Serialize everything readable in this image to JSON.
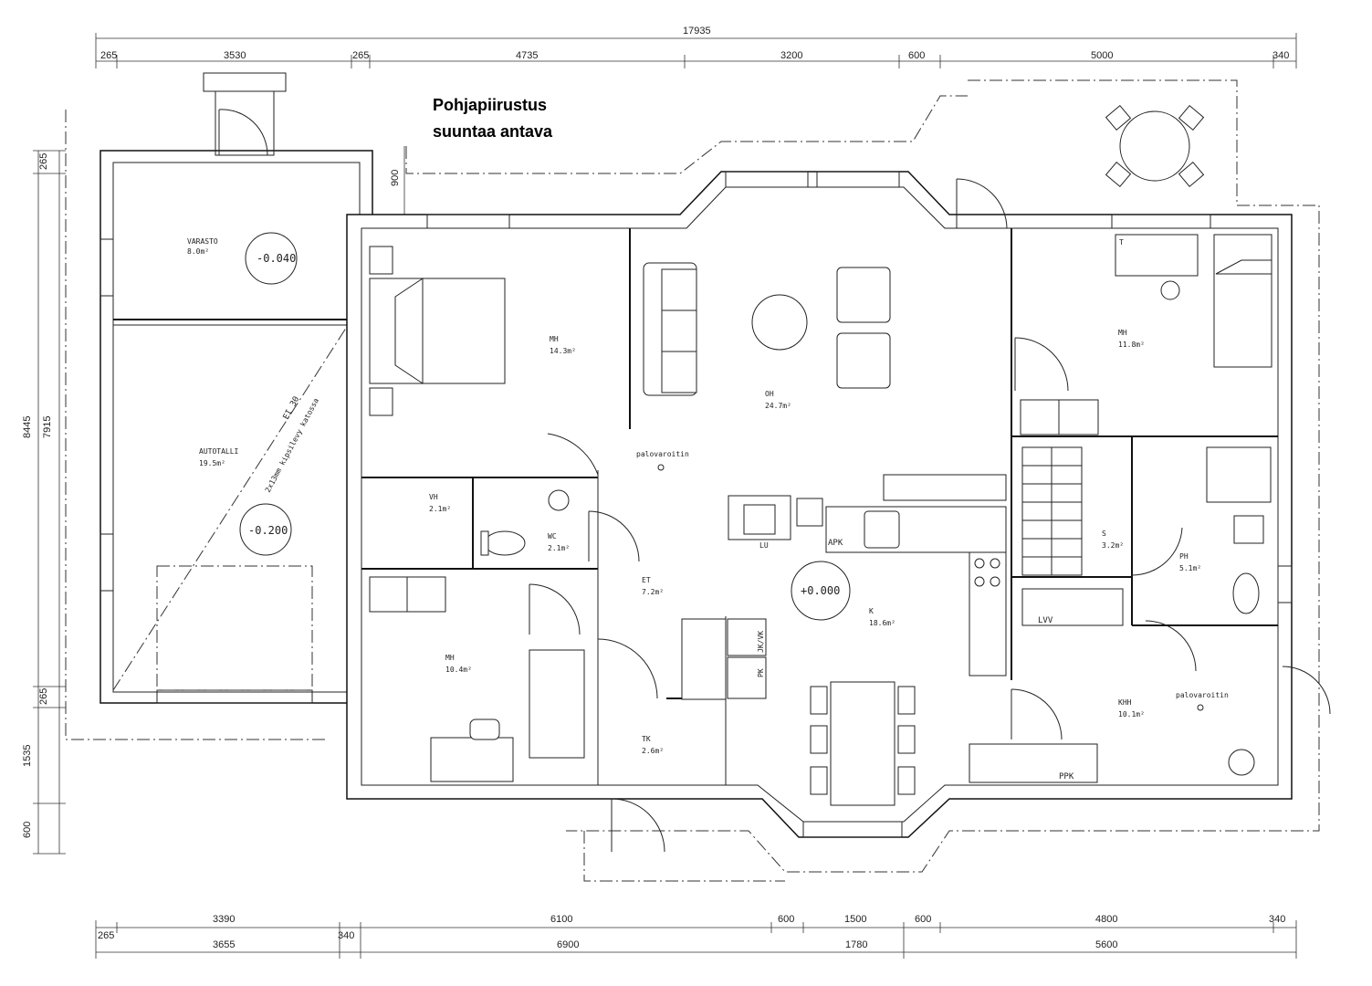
{
  "title": {
    "line1": "Pohjapiirustus",
    "line2": "suuntaa antava"
  },
  "dimensions": {
    "top_total": "17935",
    "top": [
      "265",
      "3530",
      "265",
      "4735",
      "3200",
      "600",
      "5000",
      "340"
    ],
    "bottom_row1": [
      "3390",
      "6100",
      "600",
      "1500",
      "600",
      "4800",
      "340"
    ],
    "bottom_row2": [
      "265",
      "3655",
      "340",
      "6900",
      "1780",
      "5600"
    ],
    "left": [
      "265",
      "8445",
      "7915",
      "265",
      "1535",
      "600"
    ],
    "misc": [
      "900"
    ]
  },
  "rooms": [
    {
      "name": "VARASTO",
      "area": "8.0m²"
    },
    {
      "name": "AUTOTALLI",
      "area": "19.5m²"
    },
    {
      "name": "MH",
      "area": "14.3m²"
    },
    {
      "name": "OH",
      "area": "24.7m²"
    },
    {
      "name": "MH",
      "area": "11.8m²"
    },
    {
      "name": "VH",
      "area": "2.1m²"
    },
    {
      "name": "WC",
      "area": "2.1m²"
    },
    {
      "name": "ET",
      "area": "7.2m²"
    },
    {
      "name": "K",
      "area": "18.6m²"
    },
    {
      "name": "S",
      "area": "3.2m²"
    },
    {
      "name": "PH",
      "area": "5.1m²"
    },
    {
      "name": "MH",
      "area": "10.4m²"
    },
    {
      "name": "TK",
      "area": "2.6m²"
    },
    {
      "name": "KHH",
      "area": "10.1m²"
    }
  ],
  "levels": [
    "-0.040",
    "-0.200",
    "+0.000"
  ],
  "labels": {
    "fire_wall": "EI 30",
    "fire_wall_note": "2x13mm kipsilevy katossa",
    "smoke_detector_1": "palovaroitin",
    "smoke_detector_2": "palovaroitin",
    "apk": "APK",
    "lvv": "LVV",
    "ppk": "PPK",
    "jk_vk": "JK/VK",
    "pk": "PK",
    "lu": "LU",
    "t": "T"
  }
}
